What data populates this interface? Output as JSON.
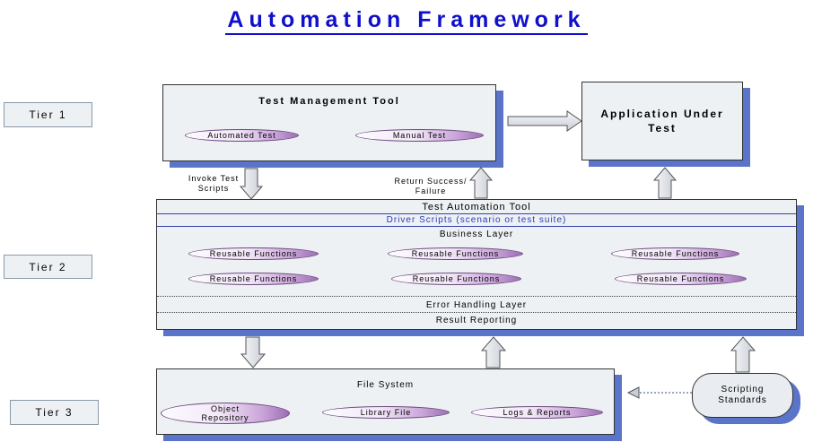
{
  "title": "Automation Framework",
  "tiers": [
    "Tier 1",
    "Tier 2",
    "Tier 3"
  ],
  "tier1": {
    "tool_title": "Test Management Tool",
    "pills": [
      "Automated Test",
      "Manual Test"
    ],
    "application_title": "Application Under Test"
  },
  "connectors": {
    "invoke": "Invoke Test Scripts",
    "return": "Return Success/ Failure"
  },
  "tier2": {
    "tool_title": "Test Automation Tool",
    "driver_scripts": "Driver Scripts (scenario or test suite)",
    "business_layer": "Business Layer",
    "reusable": [
      "Reusable Functions",
      "Reusable Functions",
      "Reusable Functions",
      "Reusable Functions",
      "Reusable Functions",
      "Reusable Functions"
    ],
    "error_layer": "Error Handling Layer",
    "result_reporting": "Result Reporting"
  },
  "tier3": {
    "title": "File System",
    "pills": [
      "Object Repository",
      "Library File",
      "Logs & Reports"
    ],
    "scripting_standards": "Scripting Standards"
  },
  "colors": {
    "title_blue": "#1010cc",
    "shadow_blue": "#5a74c9",
    "box_fill": "#eef1f4",
    "pill_purple": "#9a6fb2"
  }
}
